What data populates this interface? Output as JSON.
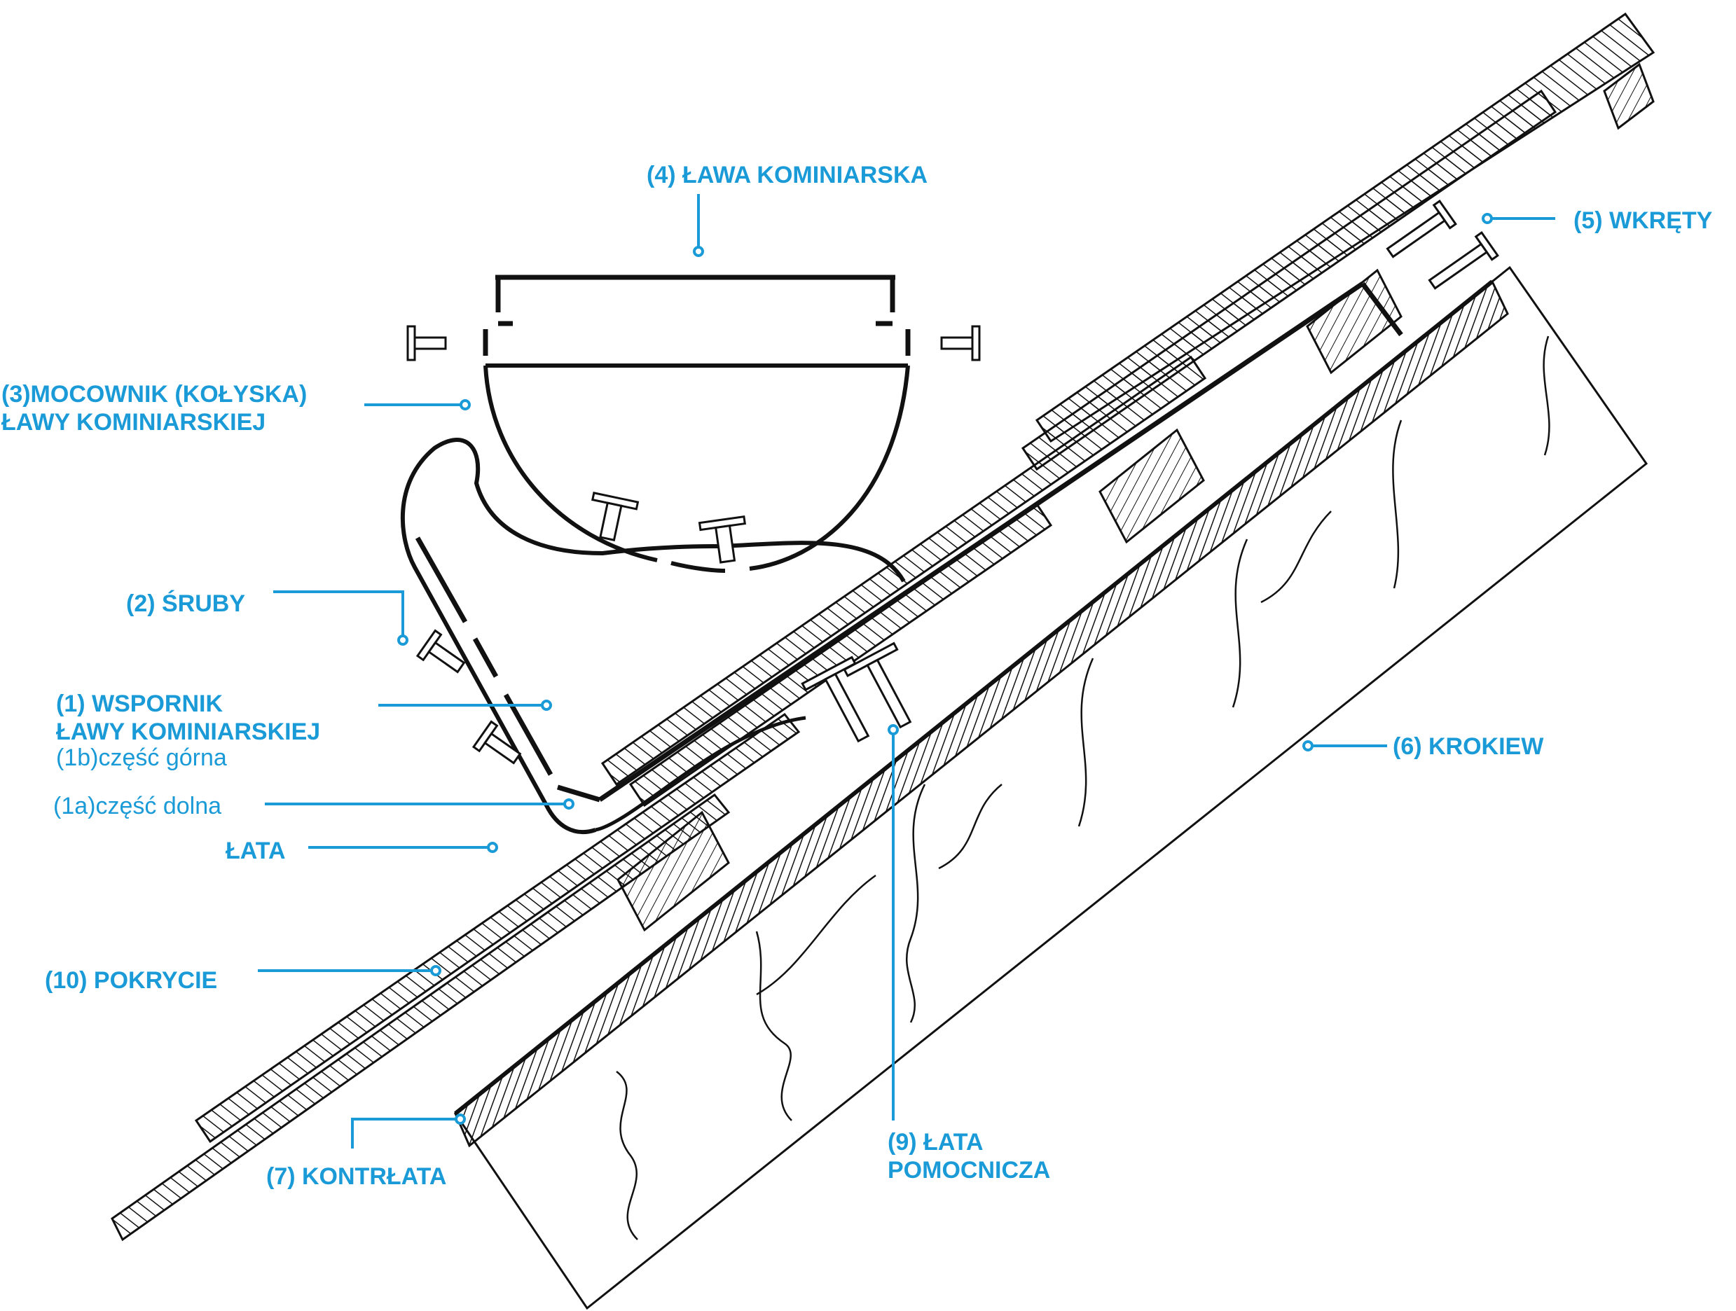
{
  "colors": {
    "accent": "#1a9bd7",
    "line": "#111111",
    "background": "#ffffff"
  },
  "labels": {
    "lawa": "(4) ŁAWA   KOMINIARSKA",
    "wkrety": "(5) WKRĘTY",
    "mocownik_1": "(3)MOCOWNIK (KOŁYSKA)",
    "mocownik_2": "ŁAWY KOMINIARSKIEJ",
    "sruby": "(2) ŚRUBY",
    "wspornik_1": "(1) WSPORNIK",
    "wspornik_2": "ŁAWY KOMINIARSKIEJ",
    "czesc_gorna": "(1b)część górna",
    "czesc_dolna": "(1a)część dolna",
    "lata": "ŁATA",
    "krokiew": "(6) KROKIEW",
    "pokrycie": "(10) POKRYCIE",
    "kontrlata": "(7) KONTRŁATA",
    "lata_pom_1": "(9) ŁATA",
    "lata_pom_2": "POMOCNICZA"
  }
}
